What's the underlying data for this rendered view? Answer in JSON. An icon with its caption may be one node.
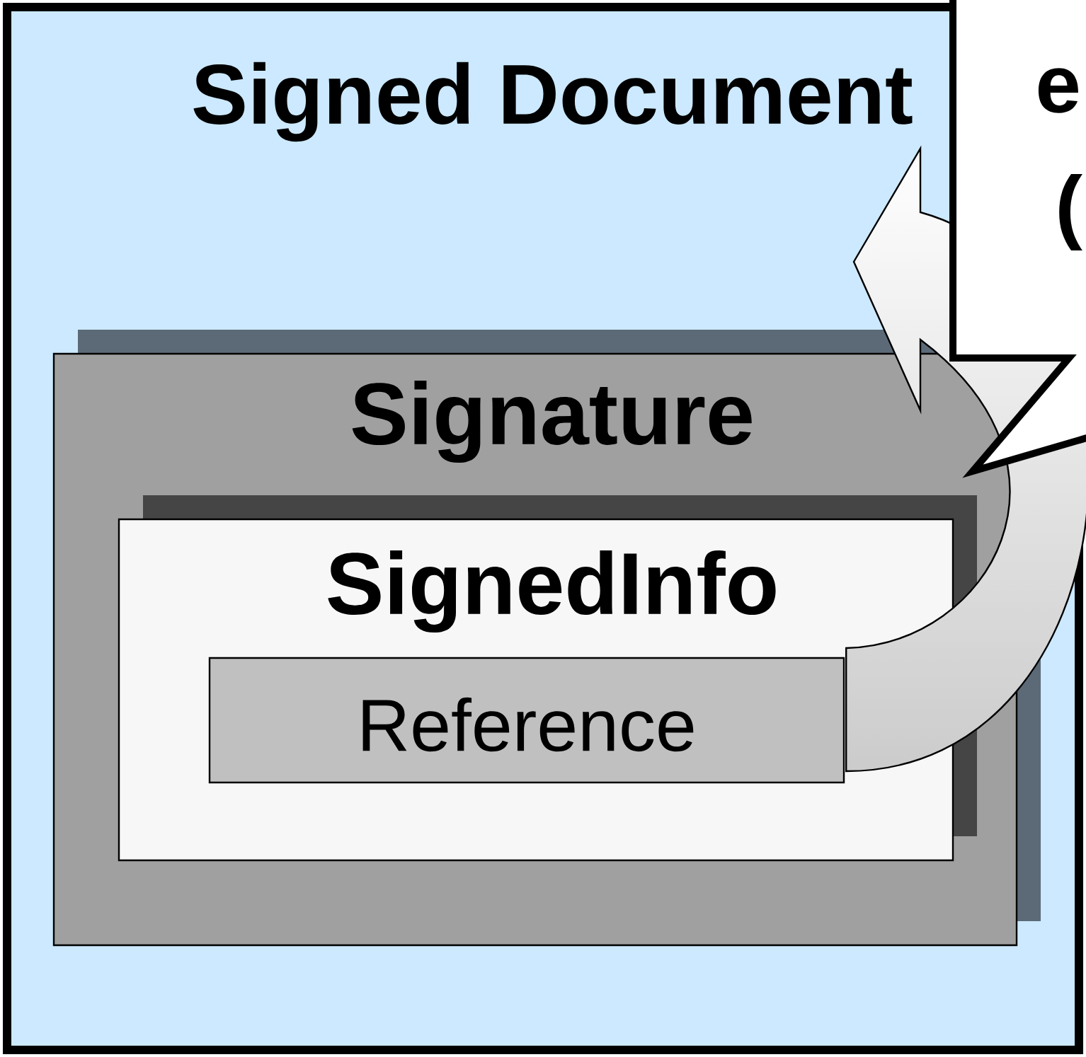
{
  "diagram": {
    "nodes": [
      {
        "text": [
          "Signed Document"
        ]
      },
      {
        "text": [
          "Signature"
        ],
        "in": 0
      },
      {
        "text": [
          "SignedInfo"
        ],
        "in": 1
      },
      {
        "text": [
          "Reference"
        ],
        "in": 2
      },
      {
        "text": [
          "e",
          "("
        ]
      }
    ],
    "edges": [
      {
        "from": 3,
        "to": 0,
        "arrow": "to"
      }
    ]
  }
}
